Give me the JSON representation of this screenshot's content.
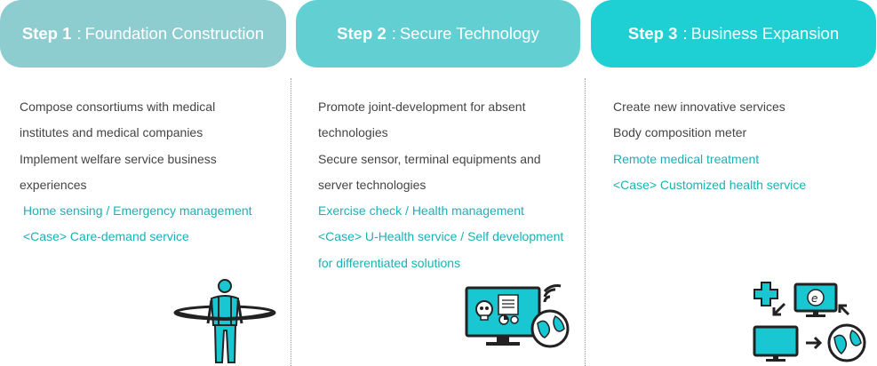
{
  "steps": [
    {
      "step": "Step 1",
      "sep": ":",
      "title": "Foundation Construction",
      "lines": [
        "Compose consortiums with medical",
        "institutes and medical companies",
        "Implement welfare service business",
        "experiences"
      ],
      "accent_lines": [
        "Home sensing / Emergency management",
        "<Case> Care-demand service"
      ],
      "icon": "hula-hoop-person-icon"
    },
    {
      "step": "Step 2",
      "sep": ":",
      "title": "Secure Technology",
      "lines": [
        "Promote joint-development for absent",
        "technologies",
        "Secure sensor, terminal equipments and",
        "server technologies"
      ],
      "accent_lines": [
        "Exercise check  / Health management",
        "<Case> U-Health service / Self development",
        "for differentiated solutions"
      ],
      "icon": "monitor-globe-wireless-icon"
    },
    {
      "step": "Step 3",
      "sep": ":",
      "title": "Business Expansion",
      "lines": [
        "Create new innovative services",
        "Body composition meter"
      ],
      "accent_lines": [
        "Remote medical treatment",
        "<Case> Customized health service"
      ],
      "icon": "network-monitors-globe-icon"
    }
  ],
  "colors": {
    "step1": "#8ecdcf",
    "step2": "#62d0d3",
    "step3": "#1ed0d3",
    "accent_text": "#1ab1b4",
    "body_text": "#444444"
  }
}
